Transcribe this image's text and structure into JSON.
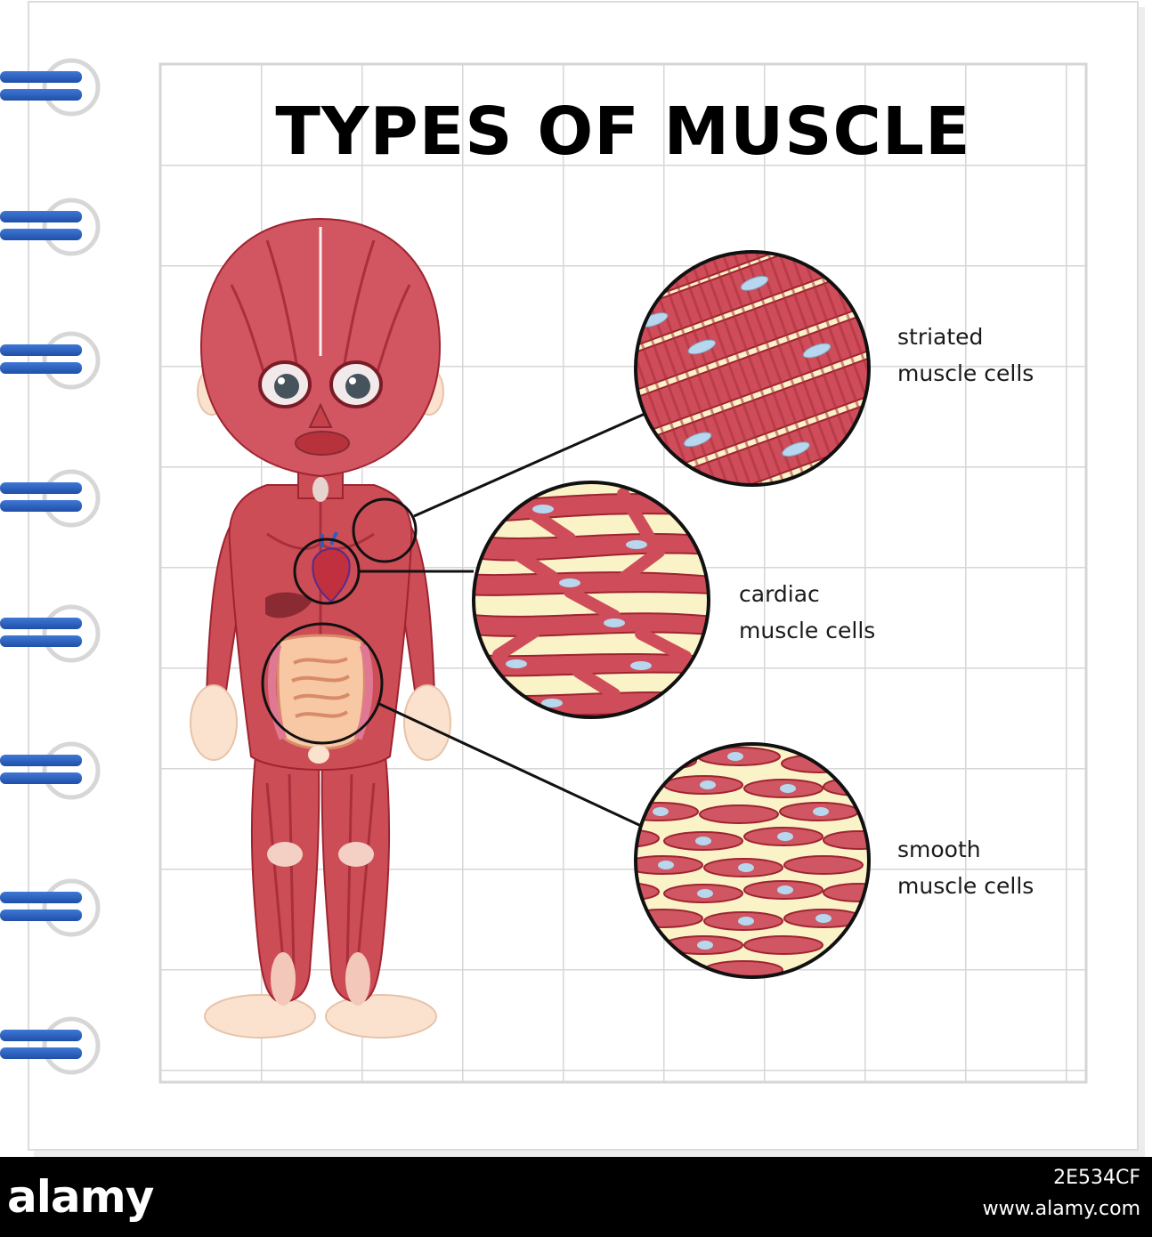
{
  "title": "TYPES OF MUSCLE",
  "labels": {
    "striated": [
      "striated",
      "muscle cells"
    ],
    "cardiac": [
      "cardiac",
      "muscle cells"
    ],
    "smooth": [
      "smooth",
      "muscle cells"
    ]
  },
  "watermark": {
    "logo": "alamy",
    "image_id": "2E534CF",
    "url": "www.alamy.com"
  },
  "colors": {
    "muscle_red": "#c8404a",
    "muscle_dark": "#9e2430",
    "cream": "#fbf3c8",
    "nucleus_blue": "#b6d7ee",
    "ring_blue": "#2a5ebf",
    "grid_line": "#d4d4d4"
  }
}
